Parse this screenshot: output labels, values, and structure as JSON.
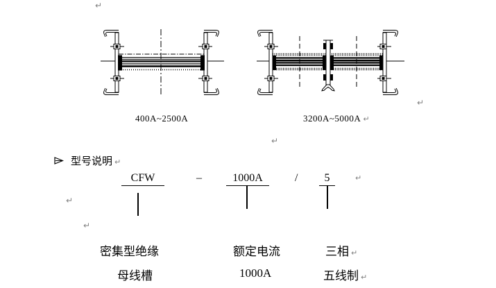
{
  "colors": {
    "background": "#ffffff",
    "ink": "#000000",
    "paragraph_mark": "#808080"
  },
  "glyphs": {
    "paragraph_mark": "↵",
    "bullet_arrow": "➢"
  },
  "figures": {
    "small_range_label": "400A~2500A",
    "large_range_label": "3200A~5000A"
  },
  "model_section": {
    "title": "型号说明",
    "code": {
      "prefix": "CFW",
      "dash": "–",
      "current": "1000A",
      "slash": "/",
      "phase_code": "5"
    },
    "legend": {
      "prefix_line1": "密集型绝缘",
      "prefix_line2": "母线槽",
      "current_line1": "额定电流",
      "current_line2": "1000A",
      "phase_line1": "三相",
      "phase_line2": "五线制"
    }
  }
}
